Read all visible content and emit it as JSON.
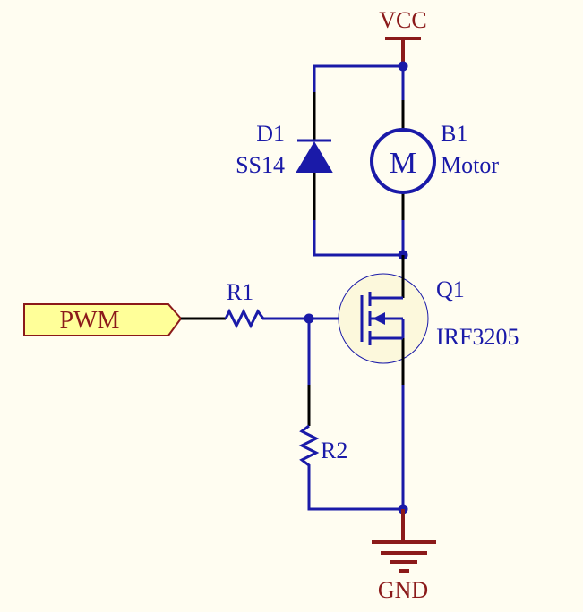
{
  "power": {
    "vcc": "VCC",
    "gnd": "GND"
  },
  "port": {
    "label": "PWM"
  },
  "components": {
    "d1": {
      "designator": "D1",
      "value": "SS14"
    },
    "b1": {
      "designator": "B1",
      "value": "Motor",
      "symbol": "M"
    },
    "r1": {
      "designator": "R1"
    },
    "r2": {
      "designator": "R2"
    },
    "q1": {
      "designator": "Q1",
      "value": "IRF3205"
    }
  },
  "colors": {
    "background": "#fffdf1",
    "wire": "#1a1aa8",
    "pin": "#000000",
    "power": "#8b1a1a",
    "port_fill": "#ffff99",
    "port_stroke": "#8b1a1a"
  }
}
